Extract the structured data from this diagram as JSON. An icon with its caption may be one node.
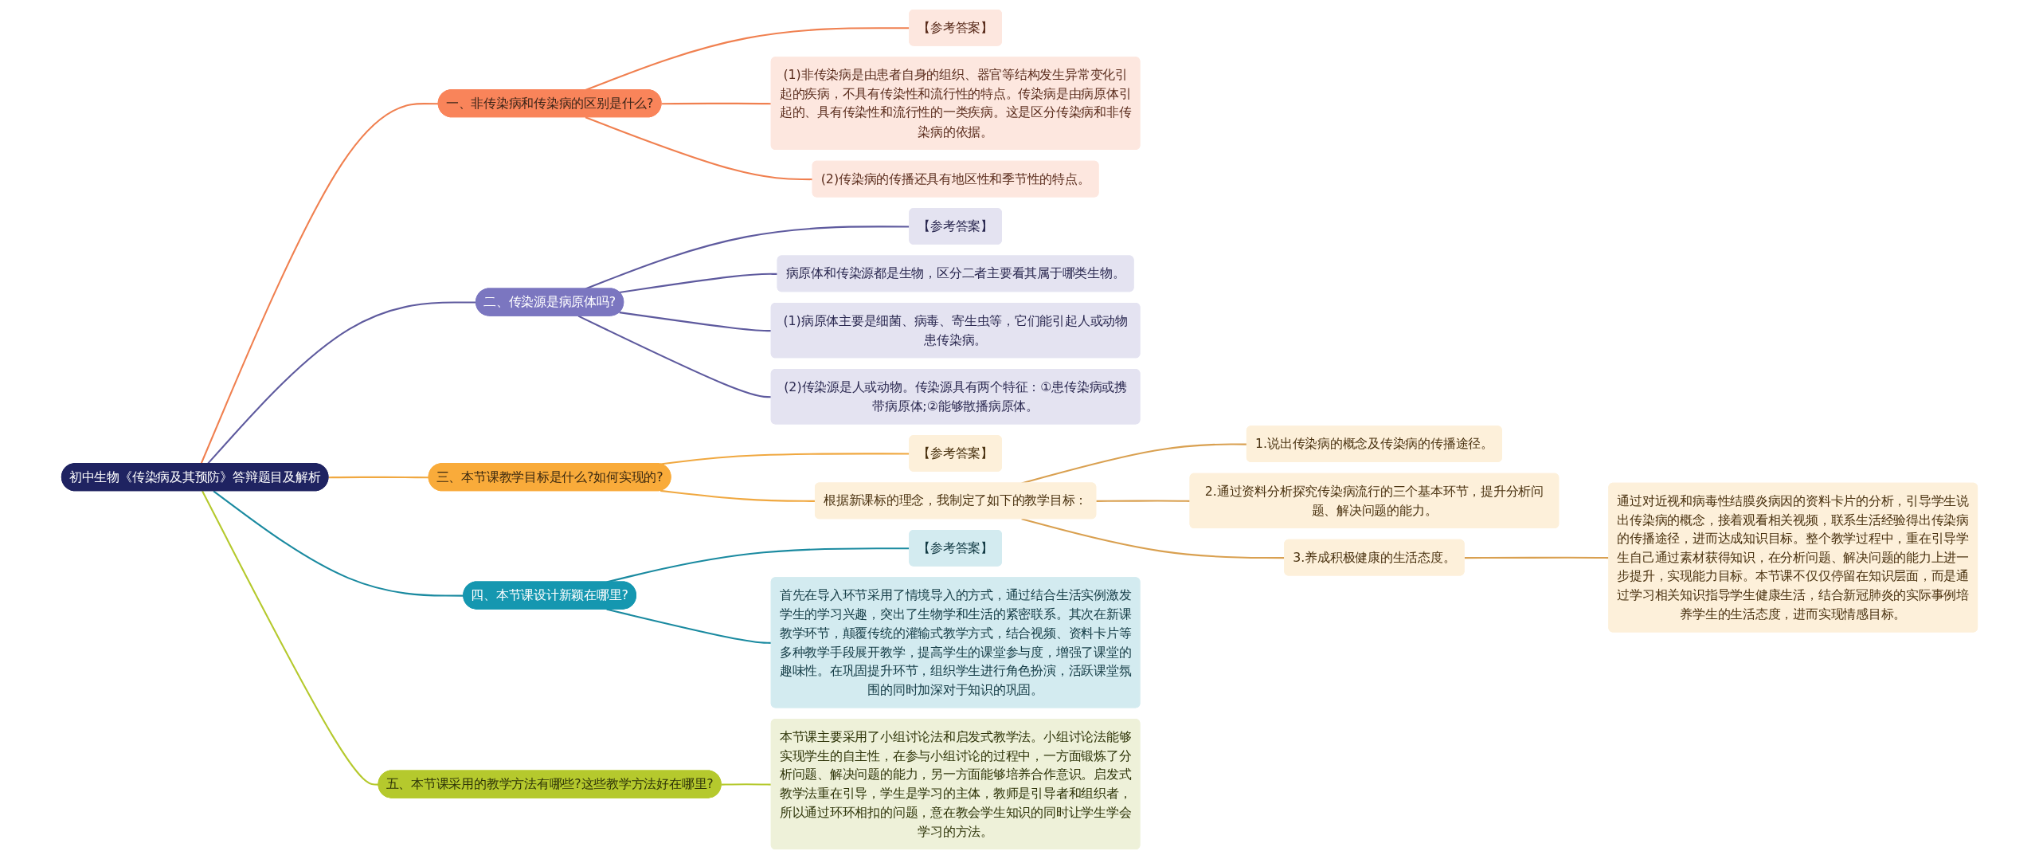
{
  "diagram": {
    "nodes": [
      {
        "text": [
          "初中生物《传染病及其预防》答辩题目及解析"
        ]
      },
      {
        "text": [
          "一、非传染病和传染病的区别是什么?"
        ]
      },
      {
        "text": [
          "【参考答案】"
        ]
      },
      {
        "text": [
          "(1)非传染病是由患者自身的组织、器官等结构发生异常变化引起的疾病，不具有传染性和流行性的特点。传染病是由病原体引起的、具有传染性和流行性的一类疾病。这是区分传染病和非传染病的依据。"
        ]
      },
      {
        "text": [
          "(2)传染病的传播还具有地区性和季节性的特点。"
        ]
      },
      {
        "text": [
          "二、传染源是病原体吗?"
        ]
      },
      {
        "text": [
          "【参考答案】"
        ]
      },
      {
        "text": [
          "病原体和传染源都是生物，区分二者主要看其属于哪类生物。"
        ]
      },
      {
        "text": [
          "(1)病原体主要是细菌、病毒、寄生虫等，它们能引起人或动物患传染病。"
        ]
      },
      {
        "text": [
          "(2)传染源是人或动物。传染源具有两个特征：①患传染病或携带病原体;②能够散播病原体。"
        ]
      },
      {
        "text": [
          "三、本节课教学目标是什么?如何实现的?"
        ]
      },
      {
        "text": [
          "【参考答案】"
        ]
      },
      {
        "text": [
          "根据新课标的理念，我制定了如下的教学目标："
        ]
      },
      {
        "text": [
          "1.说出传染病的概念及传染病的传播途径。"
        ]
      },
      {
        "text": [
          "2.通过资料分析探究传染病流行的三个基本环节，提升分析问题、解决问题的能力。"
        ]
      },
      {
        "text": [
          "3.养成积极健康的生活态度。"
        ]
      },
      {
        "text": [
          "通过对近视和病毒性结膜炎病因的资料卡片的分析，引导学生说出传染病的概念，接着观看相关视频，联系生活经验得出传染病的传播途径，进而达成知识目标。整个教学过程中，重在引导学生自己通过素材获得知识，在分析问题、解决问题的能力上进一步提升，实现能力目标。本节课不仅仅停留在知识层面，而是通过学习相关知识指导学生健康生活，结合新冠肺炎的实际事例培养学生的生活态度，进而实现情感目标。"
        ]
      },
      {
        "text": [
          "四、本节课设计新颖在哪里?"
        ]
      },
      {
        "text": [
          "【参考答案】"
        ]
      },
      {
        "text": [
          "首先在导入环节采用了情境导入的方式，通过结合生活实例激发学生的学习兴趣，突出了生物学和生活的紧密联系。其次在新课教学环节，颠覆传统的灌输式教学方式，结合视频、资料卡片等多种教学手段展开教学，提高学生的课堂参与度，增强了课堂的趣味性。在巩固提升环节，组织学生进行角色扮演，活跃课堂氛围的同时加深对于知识的巩固。"
        ]
      },
      {
        "text": [
          "五、本节课采用的教学方法有哪些?这些教学方法好在哪里?"
        ]
      },
      {
        "text": [
          "本节课主要采用了小组讨论法和启发式教学法。小组讨论法能够实现学生的自主性，在参与小组讨论的过程中，一方面锻炼了分析问题、解决问题的能力，另一方面能够培养合作意识。启发式教学法重在引导，学生是学习的主体，教师是引导者和组织者，所以通过环环相扣的问题，意在教会学生知识的同时让学生学会学习的方法。"
        ]
      }
    ],
    "edges": [
      {
        "from": 0,
        "to": 1,
        "arrow": "none",
        "color": "#f08050"
      },
      {
        "from": 1,
        "to": 2,
        "arrow": "none",
        "color": "#f08050"
      },
      {
        "from": 1,
        "to": 3,
        "arrow": "none",
        "color": "#f08050"
      },
      {
        "from": 1,
        "to": 4,
        "arrow": "none",
        "color": "#f08050"
      },
      {
        "from": 0,
        "to": 5,
        "arrow": "none",
        "color": "#5e5a9e"
      },
      {
        "from": 5,
        "to": 6,
        "arrow": "none",
        "color": "#5e5a9e"
      },
      {
        "from": 5,
        "to": 7,
        "arrow": "none",
        "color": "#5e5a9e"
      },
      {
        "from": 5,
        "to": 8,
        "arrow": "none",
        "color": "#5e5a9e"
      },
      {
        "from": 5,
        "to": 9,
        "arrow": "none",
        "color": "#5e5a9e"
      },
      {
        "from": 0,
        "to": 10,
        "arrow": "none",
        "color": "#f0a840"
      },
      {
        "from": 10,
        "to": 11,
        "arrow": "none",
        "color": "#f0a840"
      },
      {
        "from": 10,
        "to": 12,
        "arrow": "none",
        "color": "#f0a840"
      },
      {
        "from": 12,
        "to": 13,
        "arrow": "none",
        "color": "#d9a050"
      },
      {
        "from": 12,
        "to": 14,
        "arrow": "none",
        "color": "#d9a050"
      },
      {
        "from": 12,
        "to": 15,
        "arrow": "none",
        "color": "#d9a050"
      },
      {
        "from": 15,
        "to": 16,
        "arrow": "none",
        "color": "#d9a050"
      },
      {
        "from": 0,
        "to": 17,
        "arrow": "none",
        "color": "#1a8aa0"
      },
      {
        "from": 17,
        "to": 18,
        "arrow": "none",
        "color": "#1a8aa0"
      },
      {
        "from": 17,
        "to": 19,
        "arrow": "none",
        "color": "#1a8aa0"
      },
      {
        "from": 0,
        "to": 20,
        "arrow": "none",
        "color": "#b5c92d"
      },
      {
        "from": 20,
        "to": 21,
        "arrow": "none",
        "color": "#b5c92d"
      }
    ]
  }
}
